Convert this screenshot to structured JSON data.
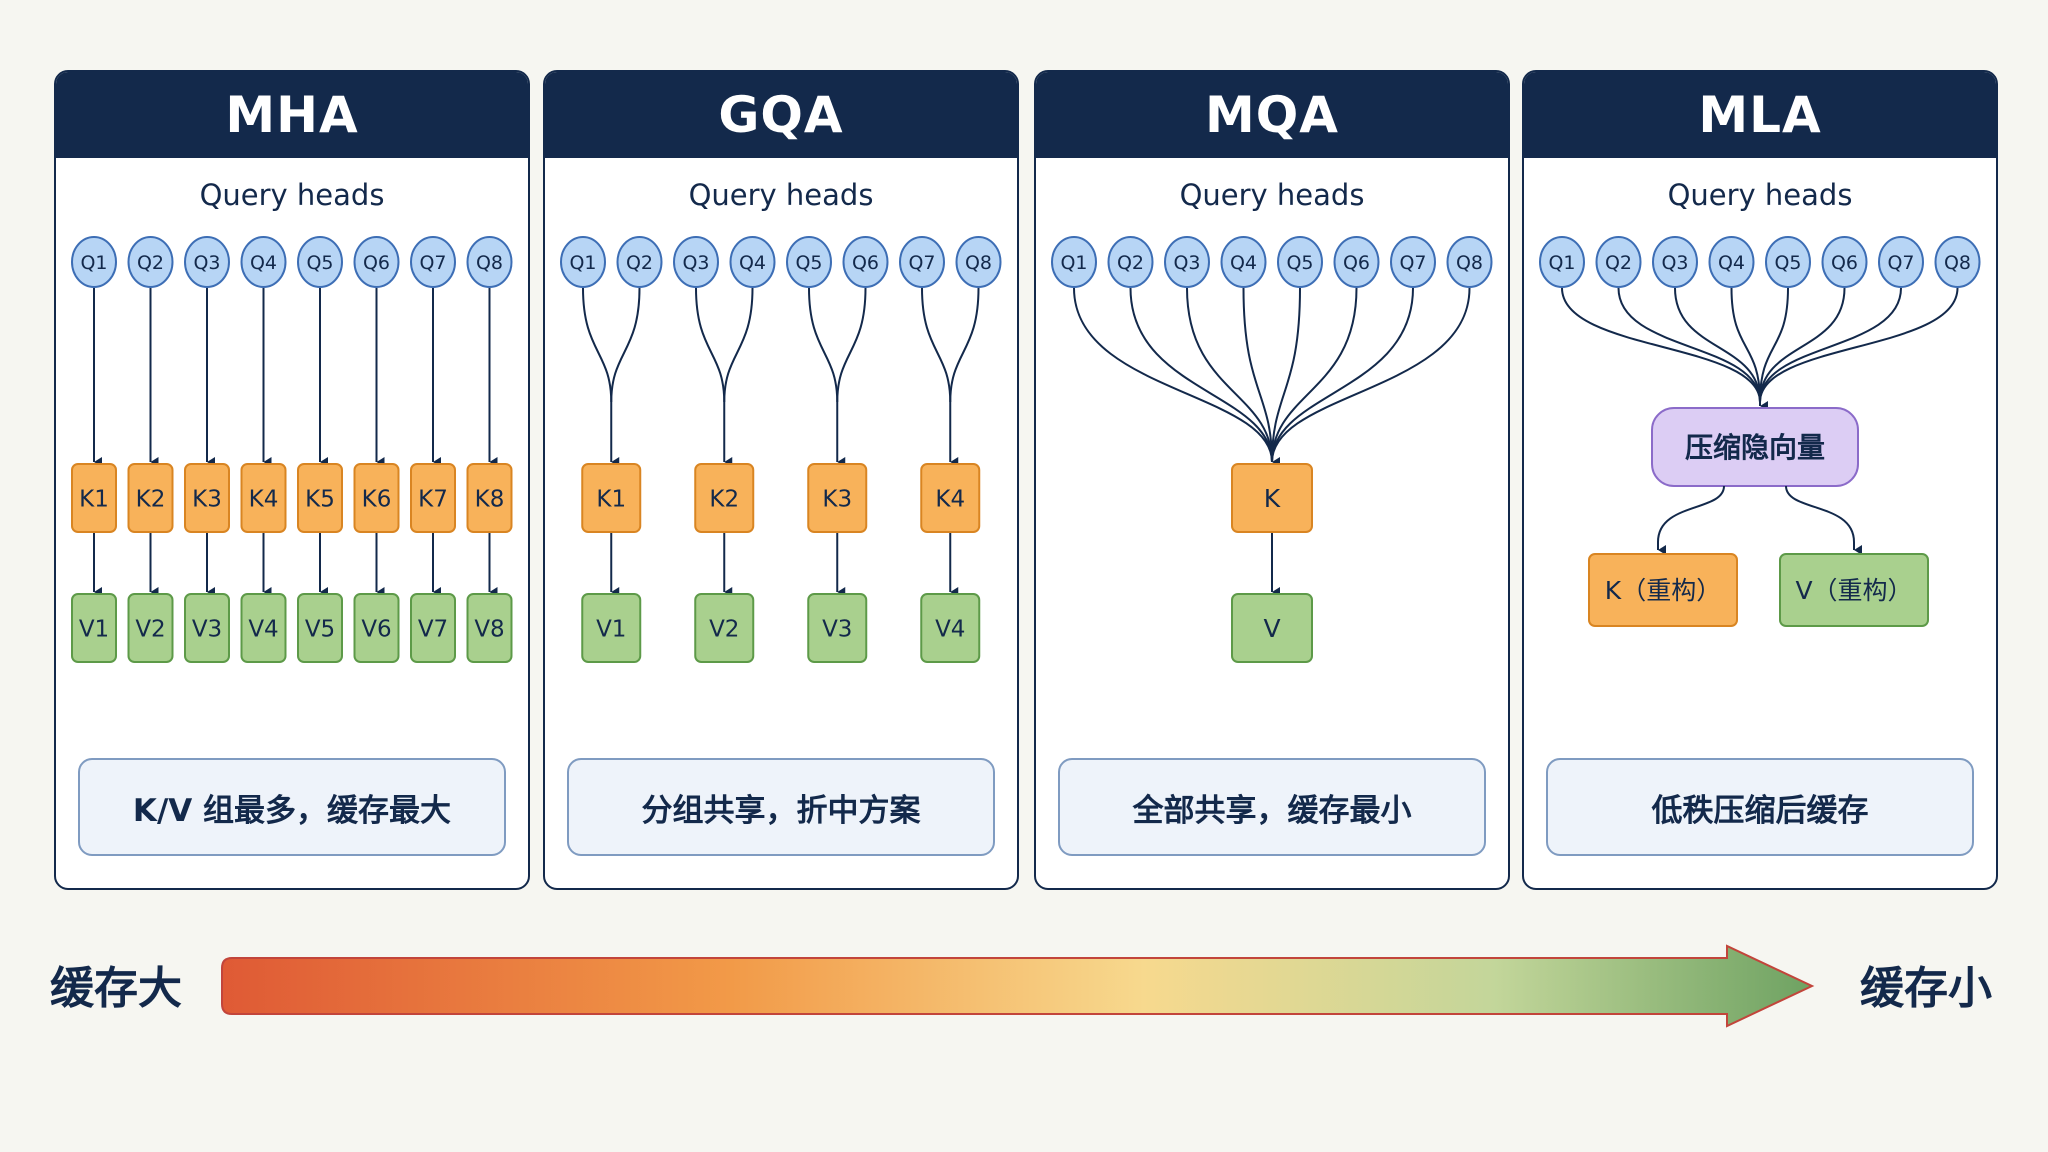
{
  "panels": [
    {
      "id": "mha",
      "title": "MHA",
      "query_label": "Query heads",
      "queries": [
        "Q1",
        "Q2",
        "Q3",
        "Q4",
        "Q5",
        "Q6",
        "Q7",
        "Q8"
      ],
      "keys": [
        "K1",
        "K2",
        "K3",
        "K4",
        "K5",
        "K6",
        "K7",
        "K8"
      ],
      "values": [
        "V1",
        "V2",
        "V3",
        "V4",
        "V5",
        "V6",
        "V7",
        "V8"
      ],
      "caption": "K/V 组最多，缓存最大"
    },
    {
      "id": "gqa",
      "title": "GQA",
      "query_label": "Query heads",
      "queries": [
        "Q1",
        "Q2",
        "Q3",
        "Q4",
        "Q5",
        "Q6",
        "Q7",
        "Q8"
      ],
      "keys": [
        "K1",
        "K2",
        "K3",
        "K4"
      ],
      "values": [
        "V1",
        "V2",
        "V3",
        "V4"
      ],
      "caption": "分组共享，折中方案"
    },
    {
      "id": "mqa",
      "title": "MQA",
      "query_label": "Query heads",
      "queries": [
        "Q1",
        "Q2",
        "Q3",
        "Q4",
        "Q5",
        "Q6",
        "Q7",
        "Q8"
      ],
      "keys": [
        "K"
      ],
      "values": [
        "V"
      ],
      "caption": "全部共享，缓存最小"
    },
    {
      "id": "mla",
      "title": "MLA",
      "query_label": "Query heads",
      "queries": [
        "Q1",
        "Q2",
        "Q3",
        "Q4",
        "Q5",
        "Q6",
        "Q7",
        "Q8"
      ],
      "latent": "压缩隐向量",
      "key_reconstructed": "K（重构）",
      "value_reconstructed": "V（重构）",
      "caption": "低秩压缩后缓存"
    }
  ],
  "scale": {
    "left_label": "缓存大",
    "right_label": "缓存小"
  },
  "colors": {
    "header": "#13294b",
    "query_fill": "#b7d5f5",
    "query_stroke": "#3d6eb5",
    "key_fill": "#f8b25a",
    "key_stroke": "#d98522",
    "value_fill": "#a9d08e",
    "value_stroke": "#5d9a48",
    "latent_fill": "#dccdf4",
    "latent_stroke": "#8b6bc9",
    "connector": "#13294b"
  }
}
